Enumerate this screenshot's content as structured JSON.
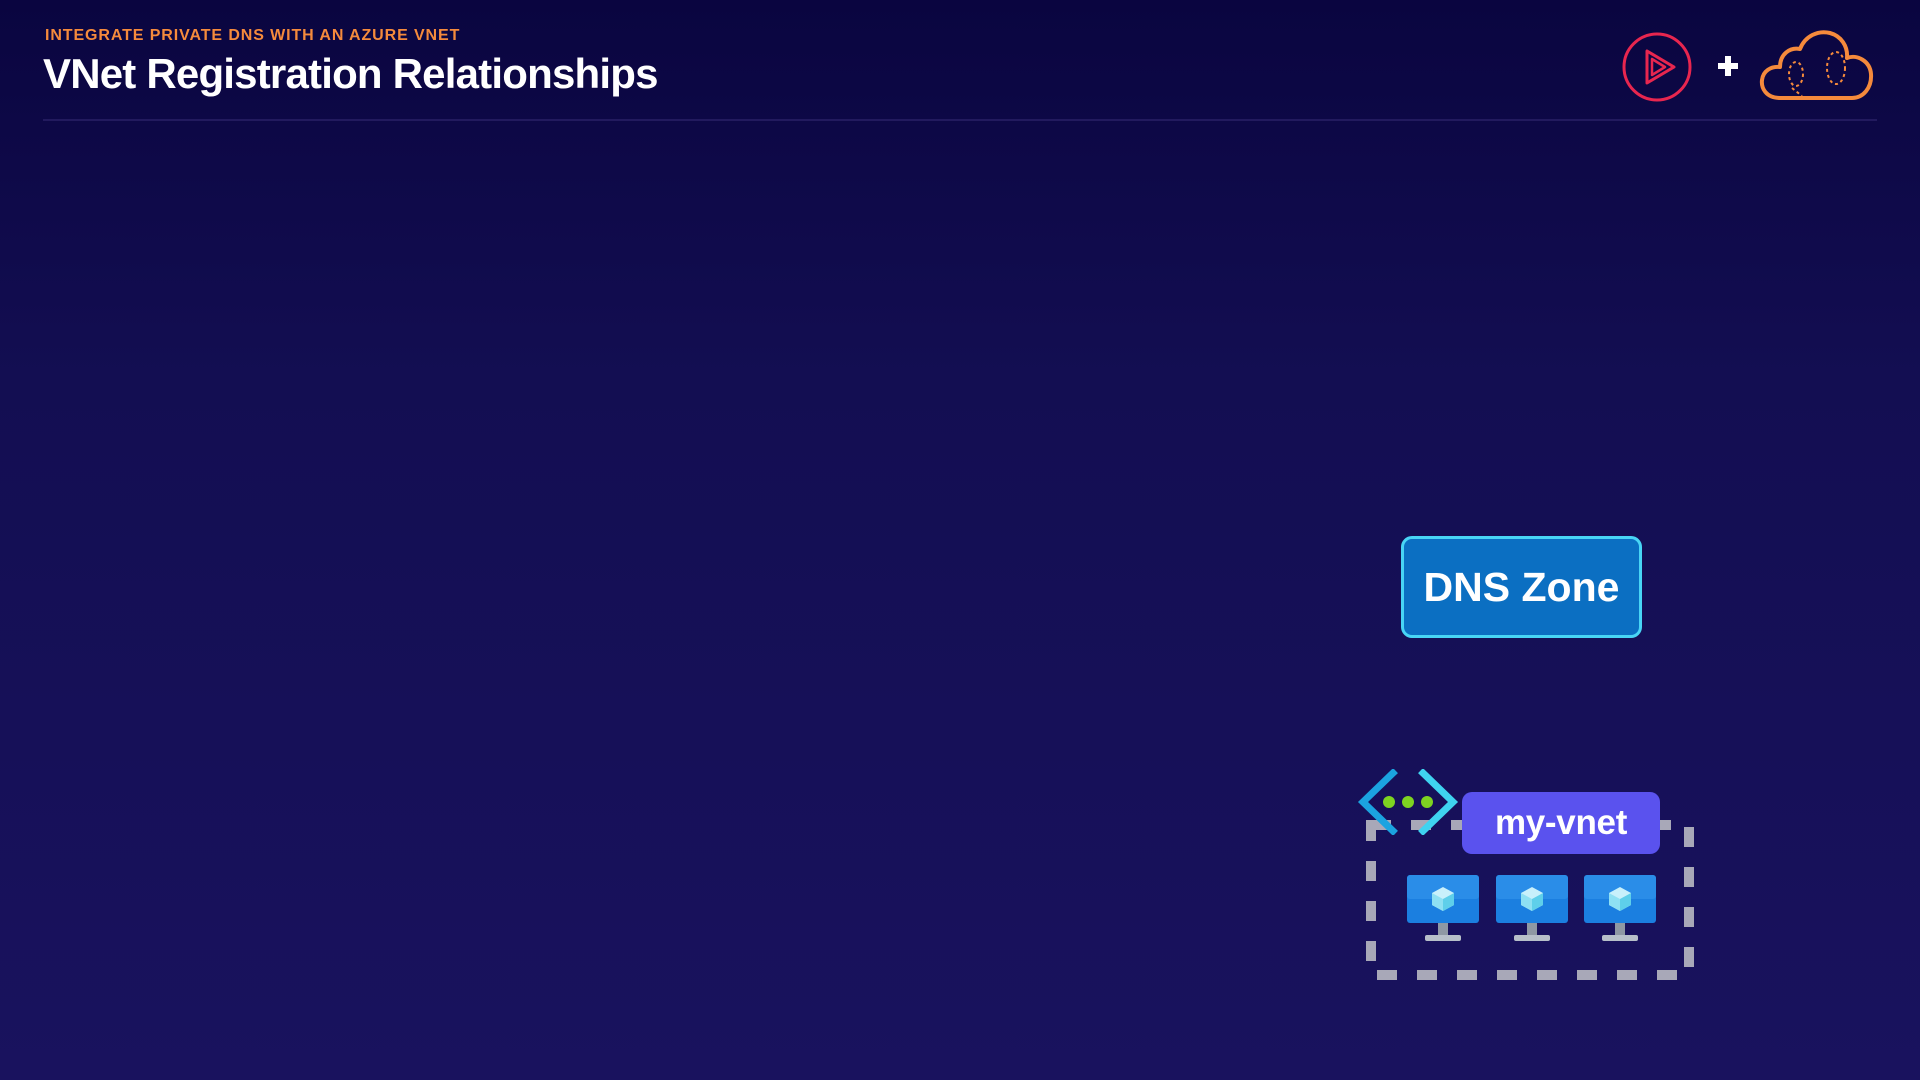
{
  "header": {
    "eyebrow": "INTEGRATE PRIVATE DNS WITH AN AZURE VNET",
    "title": "VNet Registration Relationships"
  },
  "brand": {
    "play_logo_icon": "play-circle-icon",
    "plus_icon": "plus-icon",
    "cloud_logo_icon": "cloud-guru-icon"
  },
  "diagram": {
    "dns_zone_label": "DNS Zone",
    "vnet_label": "my-vnet",
    "vm_count": 3,
    "vm_icon": "virtual-machine-icon",
    "vnet_icon": "virtual-network-icon"
  },
  "colors": {
    "background_top": "#0a0540",
    "background_bottom": "#19125e",
    "accent_orange": "#f58a3c",
    "play_logo": "#e8264f",
    "dns_zone_fill": "#0b6fc2",
    "dns_zone_border": "#48d5f5",
    "vnet_label_fill": "#5a52ee",
    "dashed_border": "#a8a8b8"
  }
}
